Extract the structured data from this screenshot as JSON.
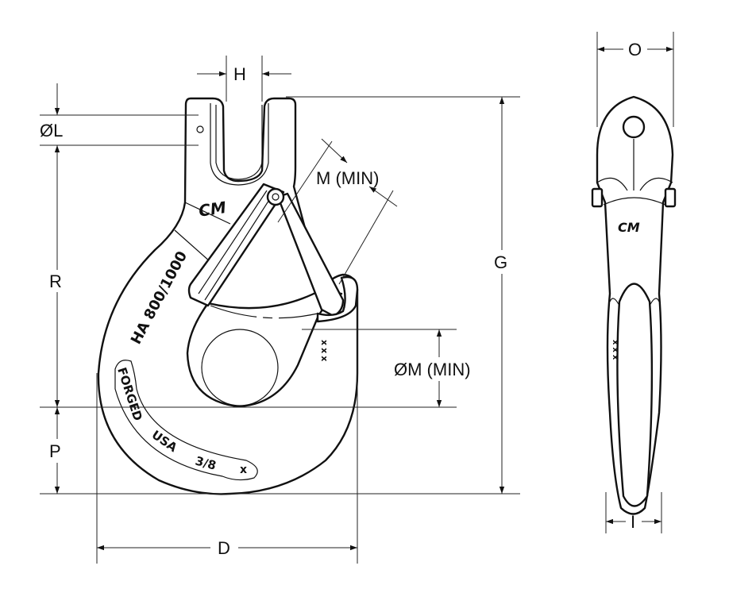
{
  "dimensions": {
    "H": "H",
    "L": "ØL",
    "M_min_latch": "M (MIN)",
    "R": "R",
    "G": "G",
    "M_min_throat": "ØM (MIN)",
    "P": "P",
    "D": "D",
    "O": "O",
    "I": "I"
  },
  "markings": {
    "logo": "CM",
    "grade": "HA 800/1000",
    "forged": "FORGED",
    "origin": "USA",
    "size": "3/8",
    "x": "x",
    "trace": "xxx"
  },
  "colors": {
    "line": "#111111",
    "background": "#ffffff"
  }
}
